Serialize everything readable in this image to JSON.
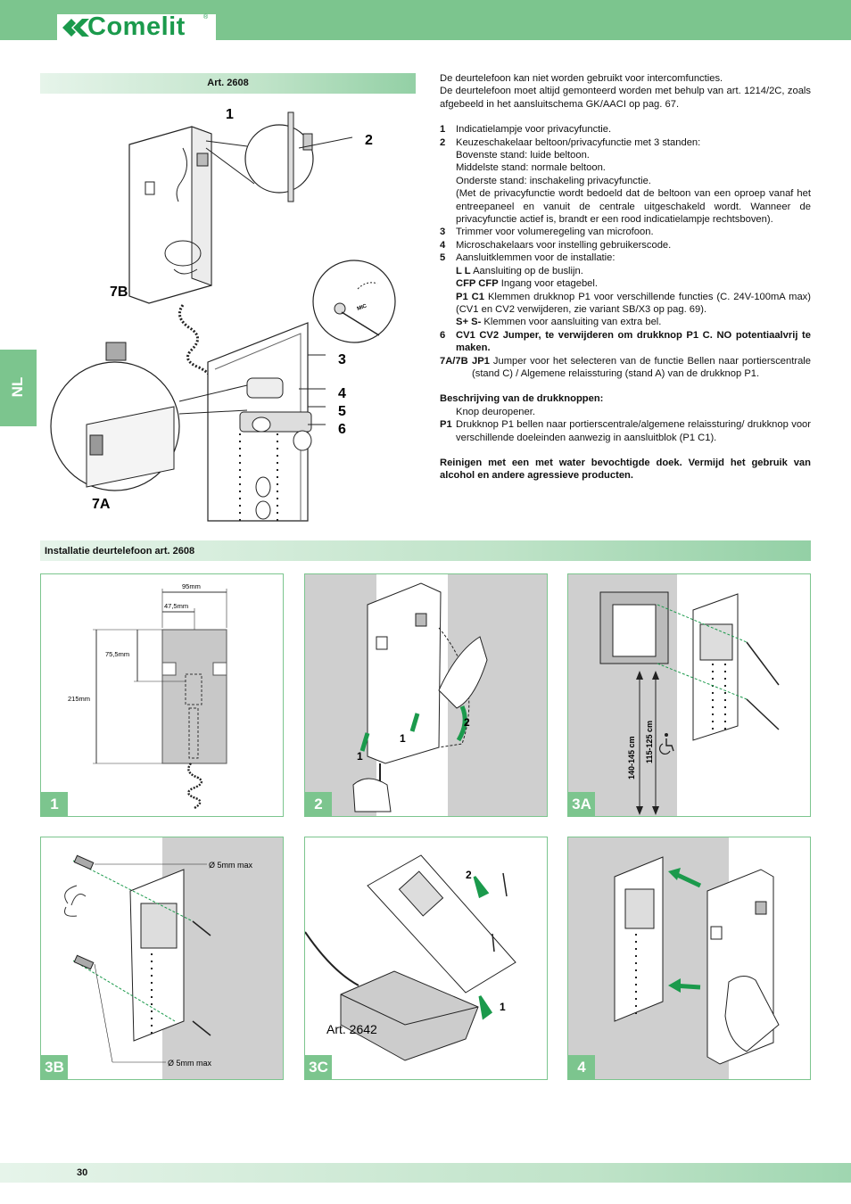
{
  "brand": {
    "name": "Comelit",
    "registered": "®"
  },
  "side_tab": "NL",
  "section1_title": "Art. 2608",
  "intro": [
    "De deurtelefoon kan niet worden gebruikt voor intercomfuncties.",
    "De deurtelefoon moet altijd gemonteerd worden met behulp van art. 1214/2C, zoals afgebeeld in het aansluitschema GK/AACI op pag. 67."
  ],
  "items": [
    {
      "num": "1",
      "text": "Indicatielampje voor privacyfunctie."
    },
    {
      "num": "2",
      "text": "Keuzeschakelaar beltoon/privacyfunctie met 3 standen:",
      "sub": [
        "Bovenste stand: luide beltoon.",
        "Middelste stand: normale beltoon.",
        "Onderste stand: inschakeling privacyfunctie.",
        "(Met de privacyfunctie wordt bedoeld dat de beltoon van een oproep vanaf het entreepaneel en vanuit de centrale uitgeschakeld wordt. Wanneer de privacyfunctie actief is, brandt er een rood indicatielampje rechtsboven)."
      ]
    },
    {
      "num": "3",
      "text": "Trimmer voor volumeregeling van microfoon."
    },
    {
      "num": "4",
      "text": "Microschakelaars voor instelling gebruikerscode."
    },
    {
      "num": "5",
      "text": "Aansluitklemmen voor de installatie:"
    }
  ],
  "terminals": [
    {
      "label": "L L",
      "text": "Aansluiting op de buslijn."
    },
    {
      "label": "CFP CFP",
      "text": "Ingang voor etagebel."
    },
    {
      "label": "P1 C1",
      "text": "Klemmen drukknop P1 voor verschillende functies (C. 24V-100mA max) (CV1 en CV2 verwijderen, zie variant SB/X3 op pag. 69)."
    },
    {
      "label": "S+ S-",
      "text": "Klemmen voor aansluiting van extra bel."
    }
  ],
  "item6": {
    "num": "6",
    "text": "CV1 CV2 Jumper, te verwijderen om drukknop P1 C. NO potentiaalvrij te maken."
  },
  "item7": {
    "num": "7A/7B",
    "label": "JP1",
    "text": "Jumper voor het selecteren van de functie Bellen naar portierscentrale (stand C) / Algemene relaissturing (stand A) van de drukknop P1."
  },
  "buttons_title": "Beschrijving van de drukknoppen:",
  "buttons": [
    {
      "num": "",
      "text": "Knop deuropener."
    },
    {
      "num": "P1",
      "text": "Drukknop P1 bellen naar portierscentrale/algemene relaissturing/ drukknop voor verschillende doeleinden aanwezig in aansluitblok (P1 C1)."
    }
  ],
  "cleaning": "Reinigen met een met water bevochtigde doek. Vermijd het gebruik van alcohol en andere agressieve producten.",
  "main_labels": {
    "l1": "1",
    "l2": "2",
    "l3": "3",
    "l4": "4",
    "l5": "5",
    "l6": "6",
    "l7a": "7A",
    "l7b": "7B",
    "mic": "MIC"
  },
  "section2_title": "Installatie deurtelefoon art. 2608",
  "panels": {
    "p1": {
      "label": "1",
      "dim_width": "95mm",
      "dim_half": "47,5mm",
      "dim_upper": "75,5mm",
      "dim_height": "215mm"
    },
    "p2": {
      "label": "2",
      "step1": "1",
      "step1b": "1",
      "step2": "2"
    },
    "p3a": {
      "label": "3A",
      "h1": "140-145 cm",
      "h2": "115-125 cm"
    },
    "p3b": {
      "label": "3B",
      "d1": "Ø 5mm max",
      "d2": "Ø 5mm max"
    },
    "p3c": {
      "label": "3C",
      "art": "Art. 2642",
      "step1": "1",
      "step2": "2"
    },
    "p4": {
      "label": "4"
    }
  },
  "page_number": "30",
  "colors": {
    "accent": "#7cc58e",
    "logo": "#1b9a4c",
    "grey": "#cfcfcf"
  }
}
